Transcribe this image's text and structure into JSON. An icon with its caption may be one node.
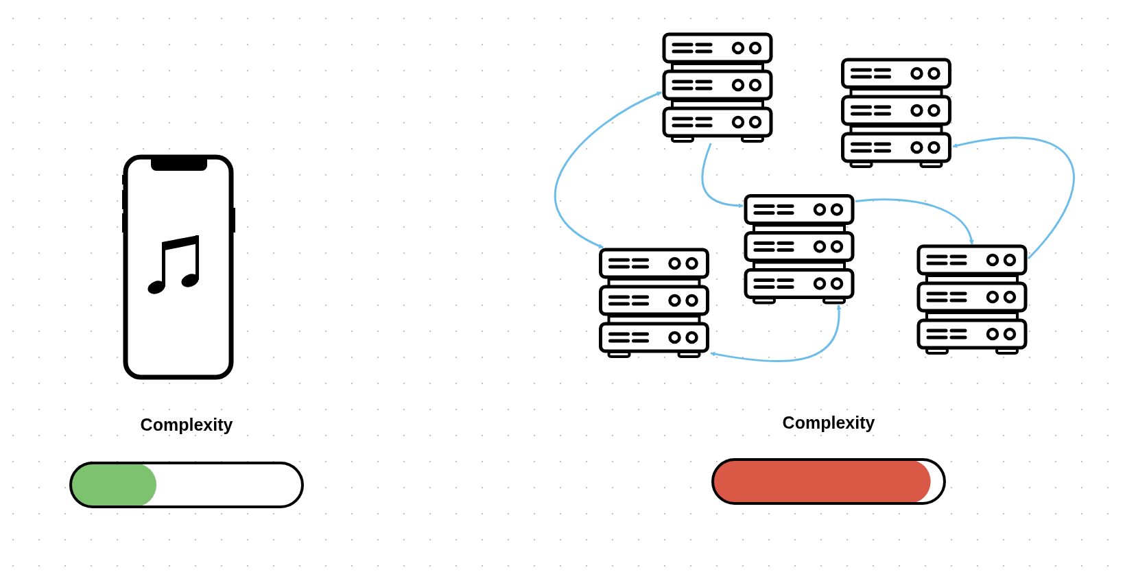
{
  "diagram": {
    "nodes": [
      {
        "text": [],
        "shape": "picture"
      },
      {
        "text": [],
        "shape": "picture"
      },
      {
        "text": [],
        "shape": "picture"
      },
      {
        "text": [],
        "shape": "picture"
      },
      {
        "text": [],
        "shape": "picture"
      },
      {
        "text": [],
        "shape": "picture"
      }
    ],
    "edges": [
      {
        "from": 1,
        "to": 4,
        "arrow": "both"
      },
      {
        "from": 1,
        "to": 3,
        "arrow": "to"
      },
      {
        "from": 3,
        "to": 5,
        "arrow": "to"
      },
      {
        "from": 5,
        "to": 2,
        "arrow": "to"
      },
      {
        "from": 3,
        "to": 4,
        "arrow": "both"
      }
    ],
    "labels": [
      "Complexity",
      "Complexity"
    ]
  }
}
